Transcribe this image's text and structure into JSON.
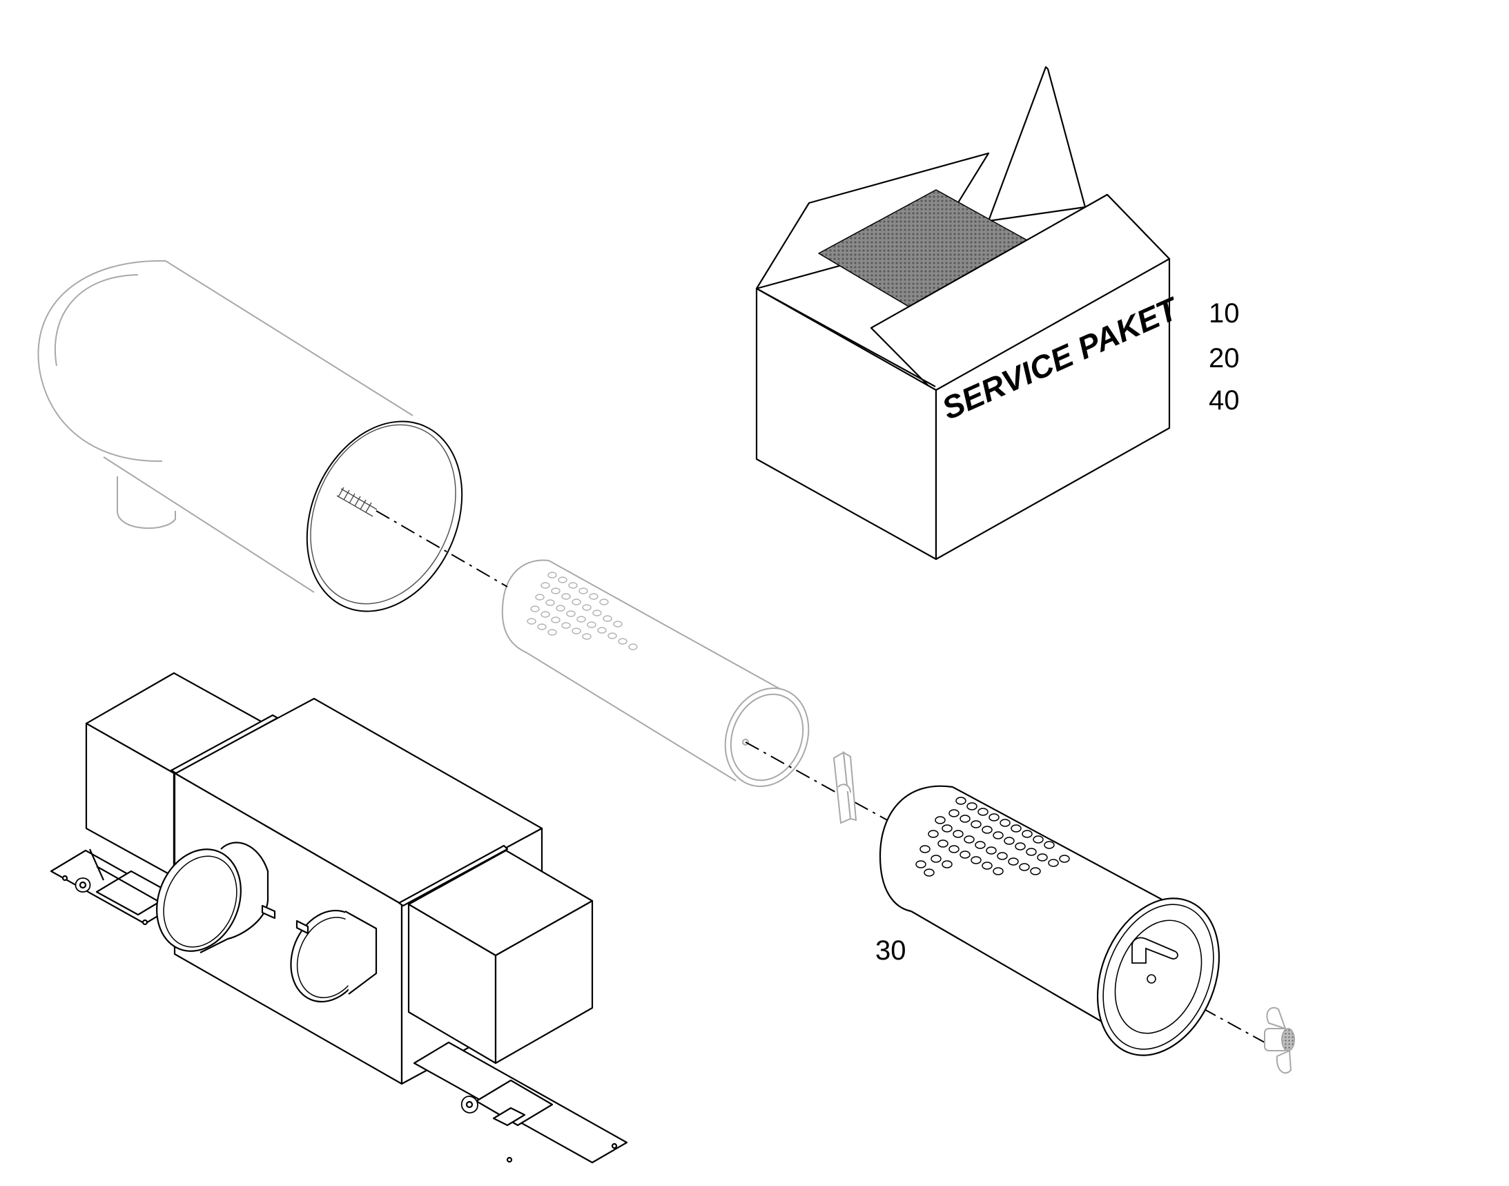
{
  "box_label": "SERVICE PAKET",
  "callouts": {
    "c10": "10",
    "c20": "20",
    "c40": "40",
    "c30": "30"
  },
  "colors": {
    "ink": "#000000",
    "ghost": "#a8a8a8",
    "paper": "#ffffff",
    "filter_media": "#6e6e6e"
  }
}
